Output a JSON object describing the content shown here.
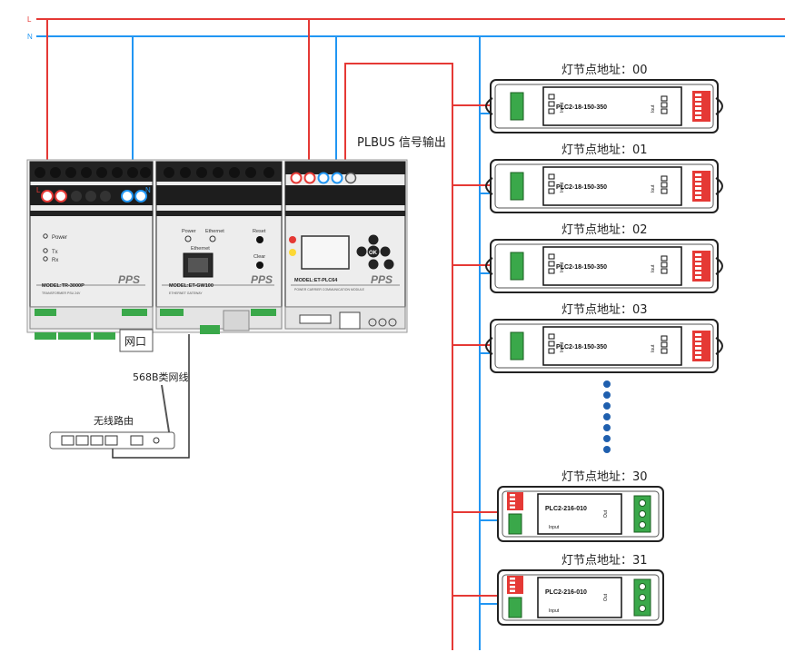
{
  "power": {
    "line_label": "L",
    "neutral_label": "N",
    "line_color": "#e53935",
    "neutral_color": "#2196f3"
  },
  "devices": {
    "tr": {
      "model": "MODEL:TR-3000P",
      "sub": "TRANSFORMER PSU 24V",
      "brand": "PPS",
      "leds": [
        "Power",
        "Tx",
        "Rx"
      ],
      "terminal_l": "L",
      "terminal_n": "N"
    },
    "gw": {
      "model": "MODEL:ET-GW100",
      "sub": "ETHERNET GATEWAY",
      "brand": "PPS",
      "labels": [
        "Power",
        "Ethernet",
        "Reset",
        "Ethernet",
        "Clear"
      ]
    },
    "plc": {
      "model": "MODEL:ET-PLC64",
      "sub": "POWER CARRIER COMMUNICATION MODULE",
      "brand": "PPS",
      "key_ok": "OK"
    }
  },
  "labels": {
    "plbus": "PLBUS 信号输出",
    "net_port": "网口",
    "cable": "568B类网线",
    "router": "无线路由"
  },
  "nodes": [
    {
      "address_label": "灯节点地址：00",
      "model": "PLC2-18-150-350",
      "input_label": "Input",
      "output_label": "Iout",
      "type": "a"
    },
    {
      "address_label": "灯节点地址：01",
      "model": "PLC2-18-150-350",
      "input_label": "Input",
      "output_label": "Iout",
      "type": "a"
    },
    {
      "address_label": "灯节点地址：02",
      "model": "PLC2-18-150-350",
      "input_label": "Input",
      "output_label": "Iout",
      "type": "a"
    },
    {
      "address_label": "灯节点地址：03",
      "model": "PLC2-18-150-350",
      "input_label": "Input",
      "output_label": "Iout",
      "type": "a"
    },
    {
      "address_label": "灯节点地址：30",
      "model": "PLC2-216-010",
      "input_label": "Input",
      "output_label": "Out",
      "type": "b"
    },
    {
      "address_label": "灯节点地址：31",
      "model": "PLC2-216-010",
      "input_label": "Input",
      "output_label": "Out",
      "type": "b"
    }
  ],
  "ellipsis_color": "#1f5fae"
}
